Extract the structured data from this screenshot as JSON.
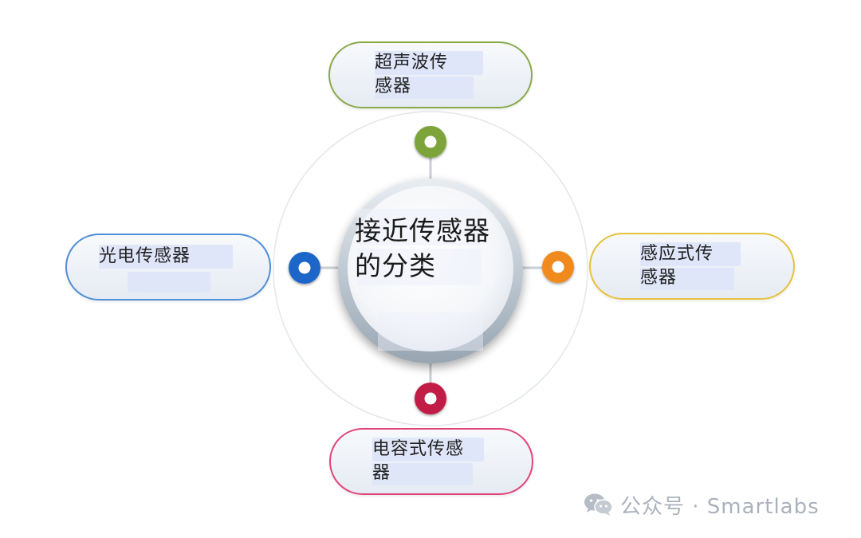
{
  "diagram": {
    "center_title": "接近传感器的分类",
    "categories": [
      {
        "position": "top",
        "label": "超声波传感器",
        "color": "#8aaa4a",
        "dot_color": "#7da33b"
      },
      {
        "position": "left",
        "label": "光电传感器",
        "color": "#4f8fd6",
        "dot_color": "#1f66c9"
      },
      {
        "position": "right",
        "label": "感应式传感器",
        "color": "#e6c23c",
        "dot_color": "#f08a1c"
      },
      {
        "position": "bottom",
        "label": "电容式传感器",
        "color": "#e0457a",
        "dot_color": "#c01f45"
      }
    ]
  },
  "watermark": {
    "text": "公众号 · Smartlabs",
    "icon": "wechat-icon"
  }
}
